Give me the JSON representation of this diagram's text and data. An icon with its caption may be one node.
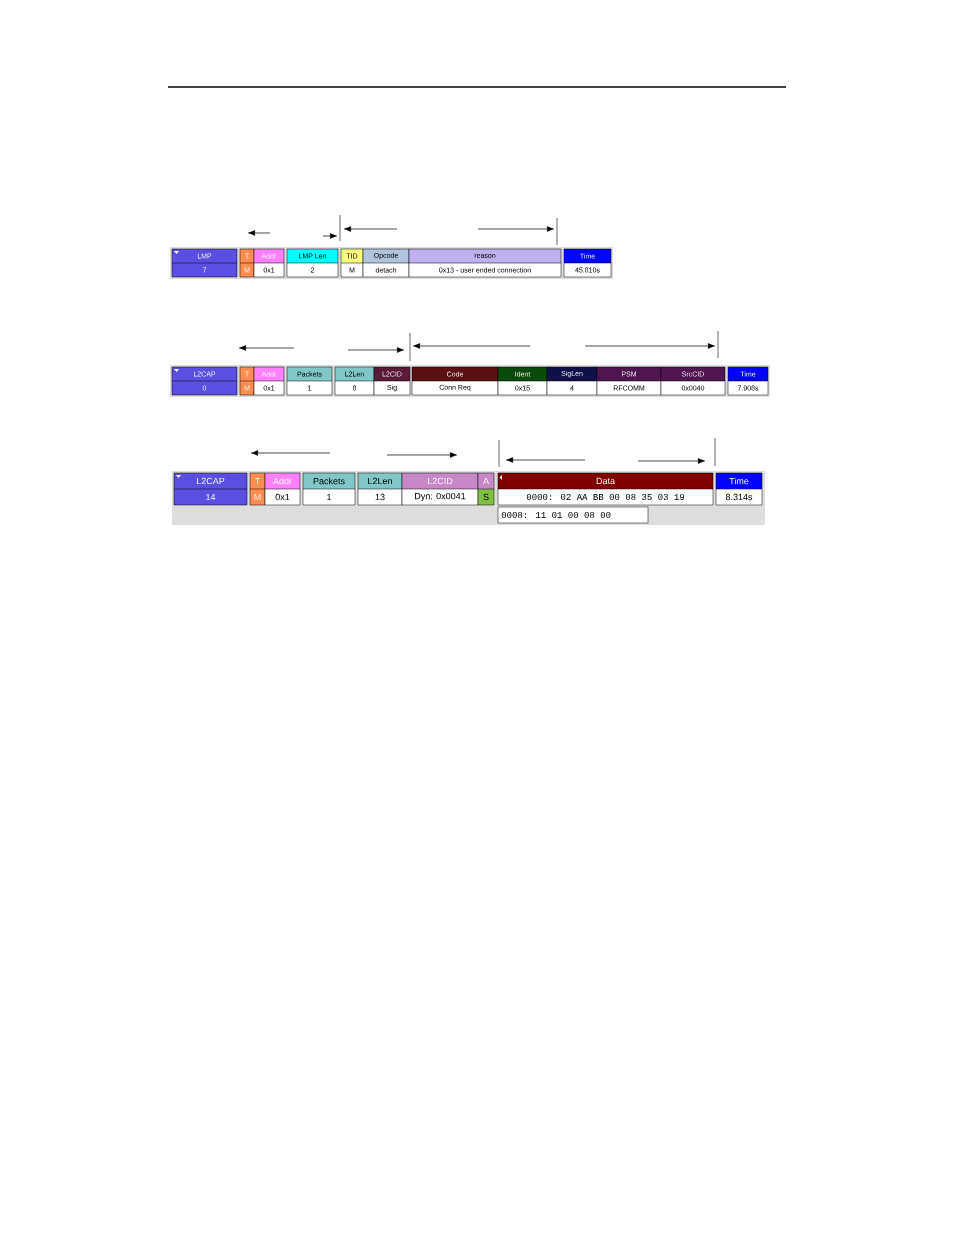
{
  "diagram": {
    "nodes": [
      {
        "text": [
          "LMP",
          "7"
        ]
      },
      {
        "text": [
          "T",
          "M"
        ]
      },
      {
        "text": [
          "Addr",
          "0x1"
        ]
      },
      {
        "text": [
          "LMP Len",
          "2"
        ]
      },
      {
        "text": [
          "TID",
          "M"
        ]
      },
      {
        "text": [
          "Opcode",
          "detach"
        ]
      },
      {
        "text": [
          "reason",
          "0x13 - user ended connection"
        ]
      },
      {
        "text": [
          "Time",
          "45.810s"
        ]
      },
      {
        "text": [
          "L2CAP",
          "0"
        ]
      },
      {
        "text": [
          "T",
          "M"
        ]
      },
      {
        "text": [
          "Addr",
          "0x1"
        ]
      },
      {
        "text": [
          "Packets",
          "1"
        ]
      },
      {
        "text": [
          "L2Len",
          "8"
        ]
      },
      {
        "text": [
          "L2CID",
          "Sig"
        ]
      },
      {
        "text": [
          "Code",
          "Conn Req"
        ]
      },
      {
        "text": [
          "Ident",
          "0x15"
        ]
      },
      {
        "text": [
          "SigLen",
          "4"
        ]
      },
      {
        "text": [
          "PSM",
          "RFCOMM"
        ]
      },
      {
        "text": [
          "SrcCID",
          "0x0040"
        ]
      },
      {
        "text": [
          "Time",
          "7.908s"
        ]
      },
      {
        "text": [
          "L2CAP",
          "14"
        ]
      },
      {
        "text": [
          "T",
          "M"
        ]
      },
      {
        "text": [
          "Addr",
          "0x1"
        ]
      },
      {
        "text": [
          "Packets",
          "1"
        ]
      },
      {
        "text": [
          "L2Len",
          "13"
        ]
      },
      {
        "text": [
          "L2CID",
          "Dyn: 0x0041"
        ]
      },
      {
        "text": [
          "A",
          "S"
        ]
      },
      {
        "text": [
          "Data",
          "0000: 02 AA BB 00 08 35 03 19"
        ]
      },
      {
        "text": [
          "0008: 11 01 00 08 00"
        ]
      },
      {
        "text": [
          "Time",
          "8.314s"
        ]
      }
    ]
  }
}
